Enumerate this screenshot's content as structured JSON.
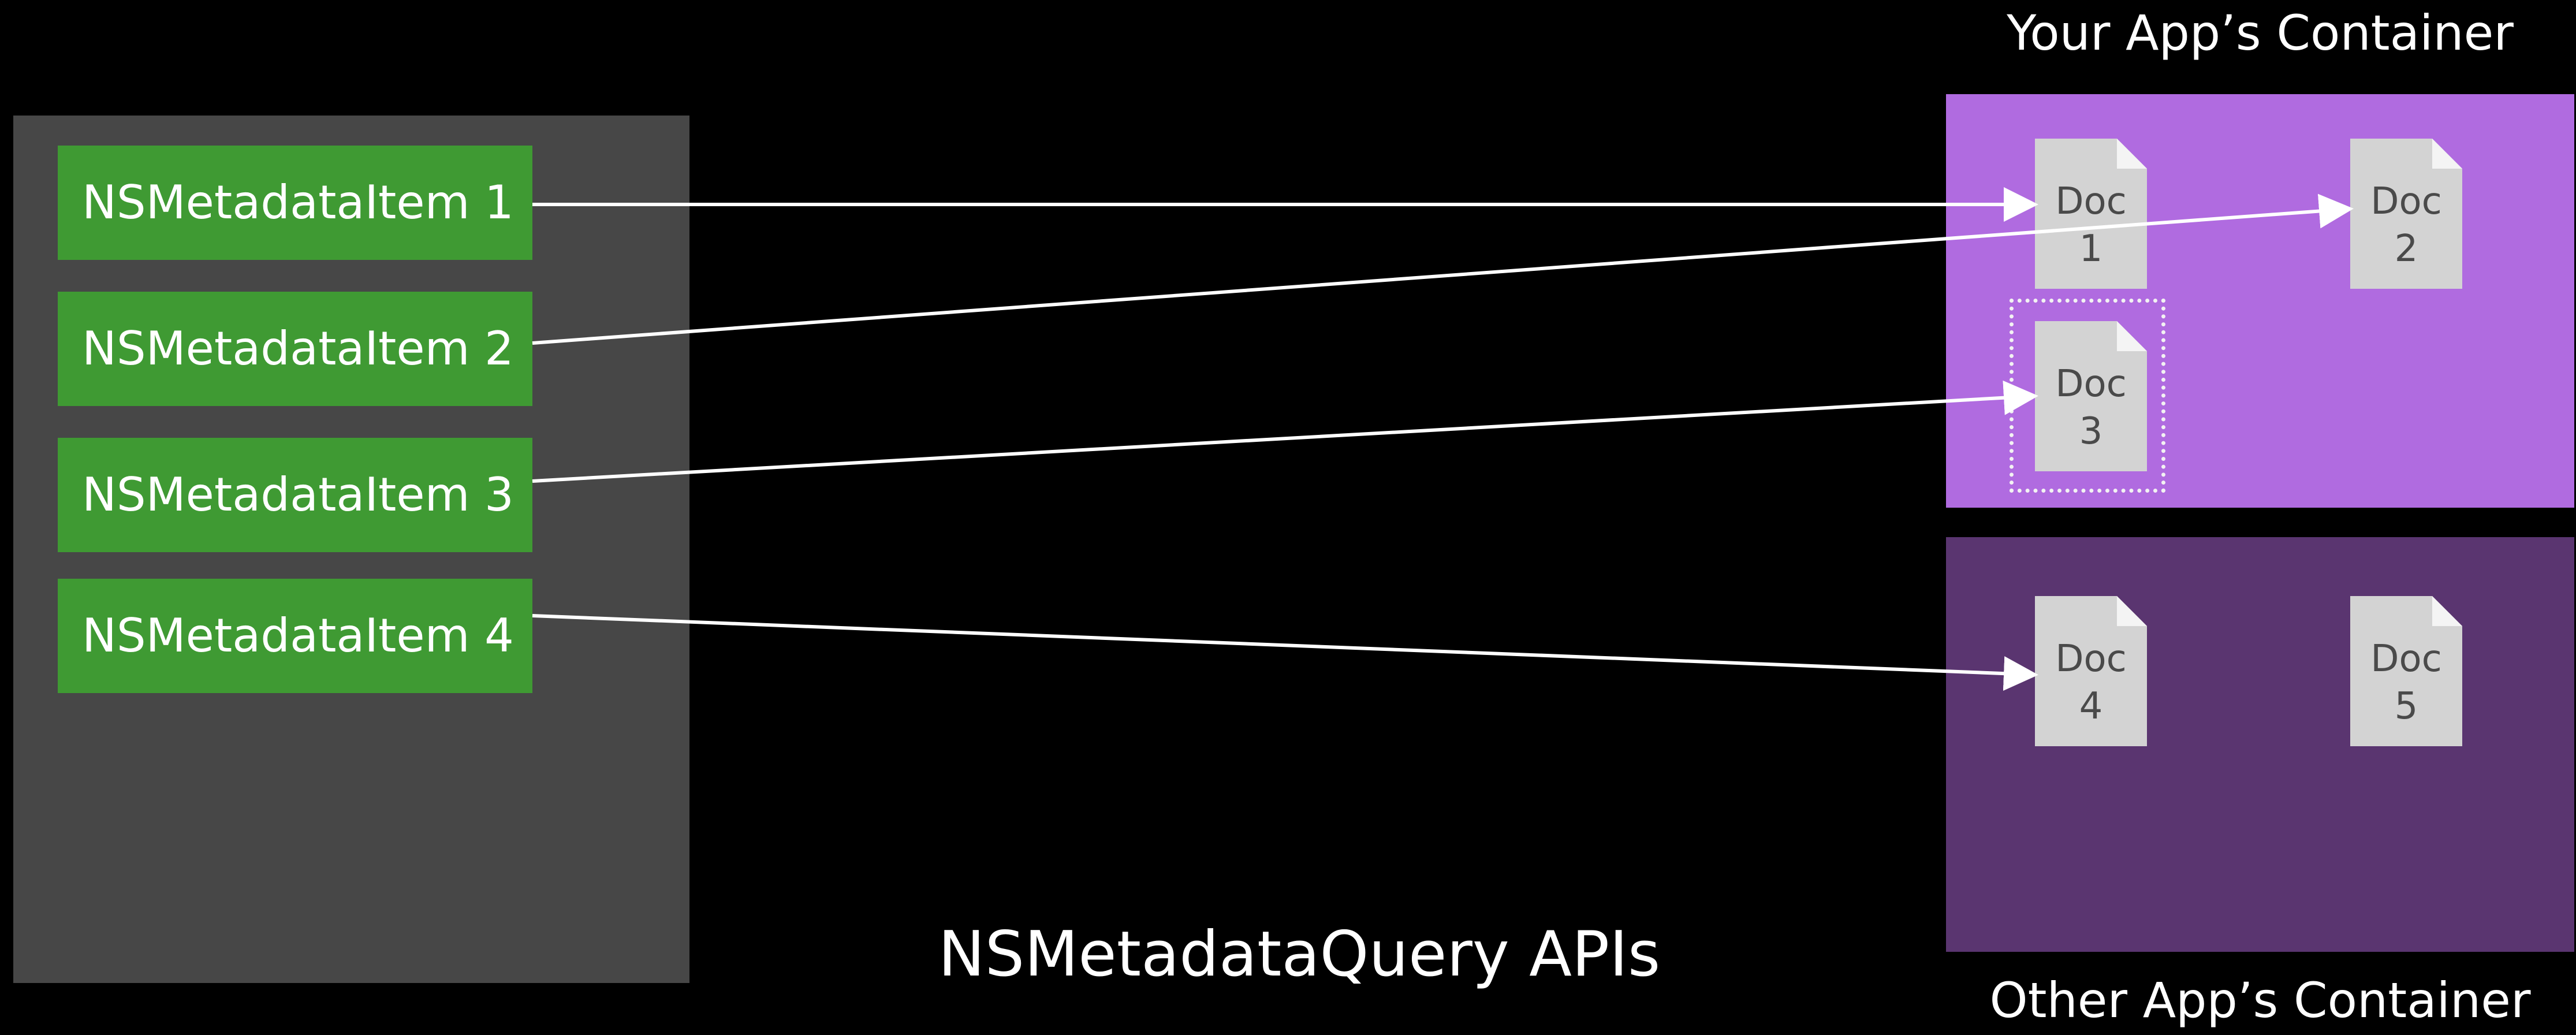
{
  "metadata_items": [
    {
      "label": "NSMetadataItem 1"
    },
    {
      "label": "NSMetadataItem 2"
    },
    {
      "label": "NSMetadataItem 3"
    },
    {
      "label": "NSMetadataItem 4"
    }
  ],
  "your_container": {
    "title": "Your App’s Container",
    "color": "#b06be0"
  },
  "other_container": {
    "title": "Other App’s Container",
    "color": "#5a3570"
  },
  "documents": [
    {
      "name": "Doc",
      "number": "1"
    },
    {
      "name": "Doc",
      "number": "2"
    },
    {
      "name": "Doc",
      "number": "3"
    },
    {
      "name": "Doc",
      "number": "4"
    },
    {
      "name": "Doc",
      "number": "5"
    }
  ],
  "caption": "NSMetadataQuery APIs",
  "colors": {
    "background": "#000000",
    "left_panel": "#474747",
    "item_green": "#3f9a33",
    "arrow": "#ffffff"
  }
}
